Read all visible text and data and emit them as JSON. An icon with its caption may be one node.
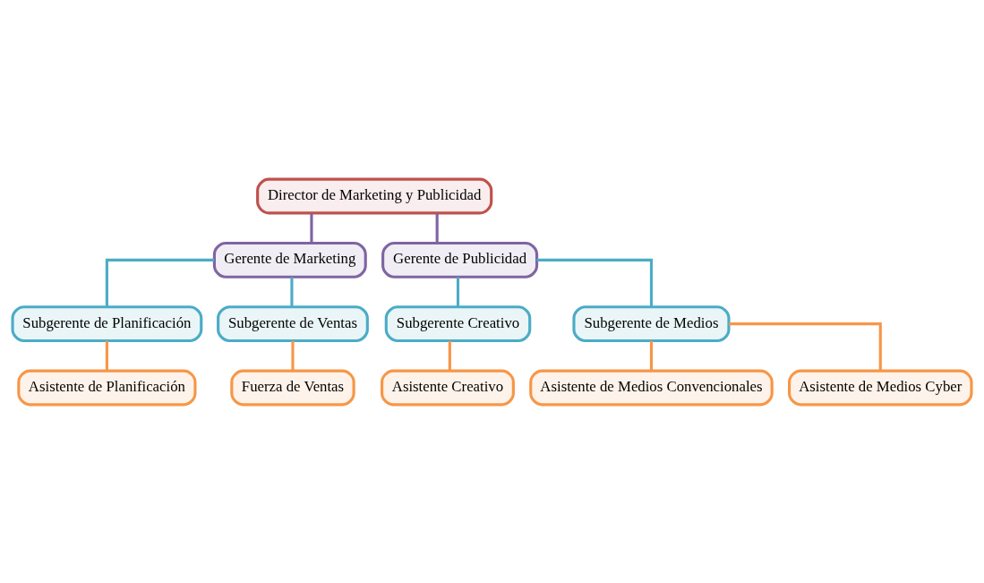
{
  "diagram": {
    "nodes": [
      {
        "text": [
          "Director de Marketing y Publicidad"
        ]
      },
      {
        "text": [
          "Gerente de Marketing"
        ]
      },
      {
        "text": [
          "Gerente de Publicidad"
        ]
      },
      {
        "text": [
          "Subgerente de Planificación"
        ]
      },
      {
        "text": [
          "Subgerente de Ventas"
        ]
      },
      {
        "text": [
          "Subgerente Creativo"
        ]
      },
      {
        "text": [
          "Subgerente de Medios"
        ]
      },
      {
        "text": [
          "Asistente de Planificación"
        ]
      },
      {
        "text": [
          "Fuerza de Ventas"
        ]
      },
      {
        "text": [
          "Asistente Creativo"
        ]
      },
      {
        "text": [
          "Asistente de Medios Convencionales"
        ]
      },
      {
        "text": [
          "Asistente de Medios Cyber"
        ]
      }
    ],
    "edges": [
      {
        "from": 0,
        "to": 1,
        "arrow": "none",
        "color": "#8064a2"
      },
      {
        "from": 0,
        "to": 2,
        "arrow": "none",
        "color": "#8064a2"
      },
      {
        "from": 1,
        "to": 3,
        "arrow": "none",
        "color": "#4bacc6"
      },
      {
        "from": 1,
        "to": 4,
        "arrow": "none",
        "color": "#4bacc6"
      },
      {
        "from": 2,
        "to": 5,
        "arrow": "none",
        "color": "#4bacc6"
      },
      {
        "from": 2,
        "to": 6,
        "arrow": "none",
        "color": "#4bacc6"
      },
      {
        "from": 3,
        "to": 7,
        "arrow": "none",
        "color": "#f79646"
      },
      {
        "from": 4,
        "to": 8,
        "arrow": "none",
        "color": "#f79646"
      },
      {
        "from": 5,
        "to": 9,
        "arrow": "none",
        "color": "#f79646"
      },
      {
        "from": 6,
        "to": 10,
        "arrow": "none",
        "color": "#f79646"
      },
      {
        "from": 6,
        "to": 11,
        "arrow": "none",
        "color": "#f79646"
      }
    ]
  }
}
